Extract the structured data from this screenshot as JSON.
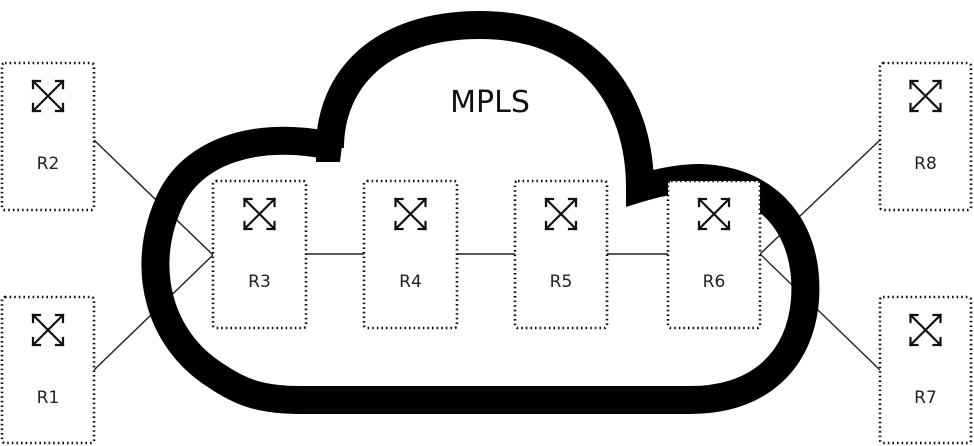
{
  "diagram": {
    "cloud": {
      "label": "MPLS"
    },
    "routers": [
      {
        "id": "R1",
        "label": "R1",
        "icon": "router-arrows-icon",
        "zone": "outside-left"
      },
      {
        "id": "R2",
        "label": "R2",
        "icon": "router-arrows-icon",
        "zone": "outside-left"
      },
      {
        "id": "R3",
        "label": "R3",
        "icon": "router-arrows-icon",
        "zone": "inside-cloud"
      },
      {
        "id": "R4",
        "label": "R4",
        "icon": "router-arrows-icon",
        "zone": "inside-cloud"
      },
      {
        "id": "R5",
        "label": "R5",
        "icon": "router-arrows-icon",
        "zone": "inside-cloud"
      },
      {
        "id": "R6",
        "label": "R6",
        "icon": "router-arrows-icon",
        "zone": "inside-cloud"
      },
      {
        "id": "R7",
        "label": "R7",
        "icon": "router-arrows-icon",
        "zone": "outside-right"
      },
      {
        "id": "R8",
        "label": "R8",
        "icon": "router-arrows-icon",
        "zone": "outside-right"
      }
    ],
    "links": [
      {
        "from": "R2",
        "to": "R3"
      },
      {
        "from": "R1",
        "to": "R3"
      },
      {
        "from": "R3",
        "to": "R4"
      },
      {
        "from": "R4",
        "to": "R5"
      },
      {
        "from": "R5",
        "to": "R6"
      },
      {
        "from": "R6",
        "to": "R8"
      },
      {
        "from": "R6",
        "to": "R7"
      }
    ]
  }
}
